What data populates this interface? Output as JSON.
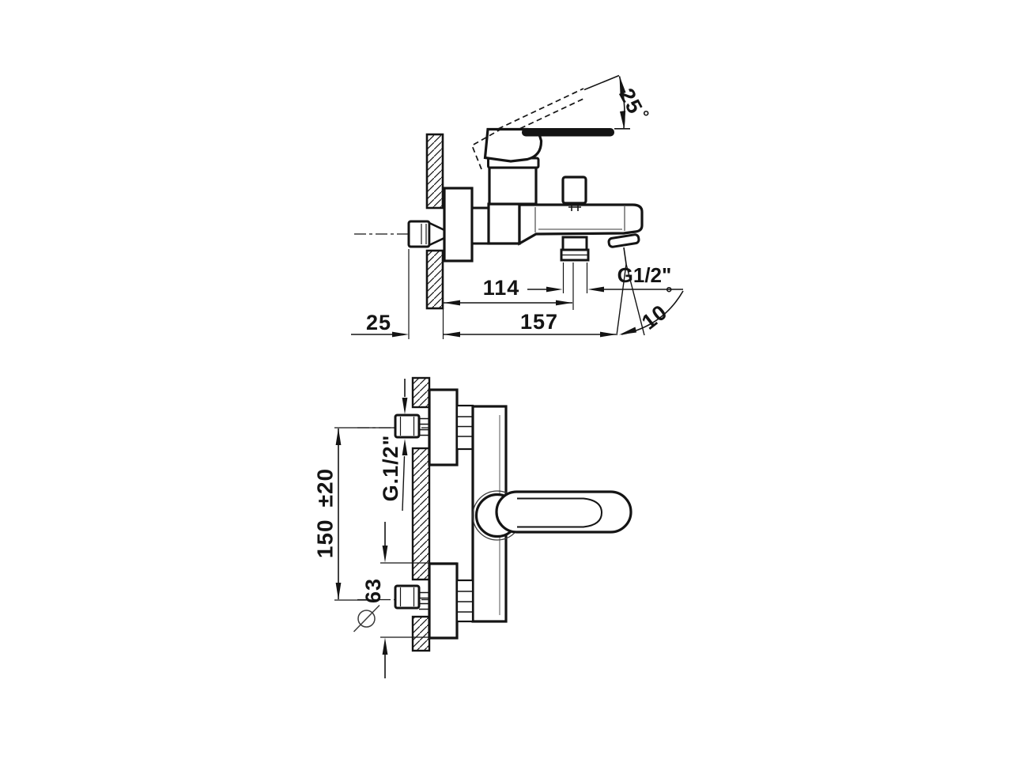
{
  "drawing": {
    "type": "technical dimensional drawing",
    "subject": "wall-mounted single-lever bath-shower mixer tap",
    "background_color": "#ffffff",
    "line_color": "#141414",
    "side_view": {
      "dim_wall_offset": "25",
      "dim_spout_center_from_wall": "114",
      "dim_total_projection": "157",
      "outlet_thread_label": "G1/2\"",
      "handle_angle_value": "25",
      "handle_angle_unit": "°",
      "spout_angle_value": "10",
      "spout_angle_unit": "°"
    },
    "front_view": {
      "dim_connection_centers": "150 ±20",
      "connection_thread_label": "G.1/2\"",
      "dim_escutcheon_diameter": "63",
      "diameter_symbol": "∅"
    }
  }
}
